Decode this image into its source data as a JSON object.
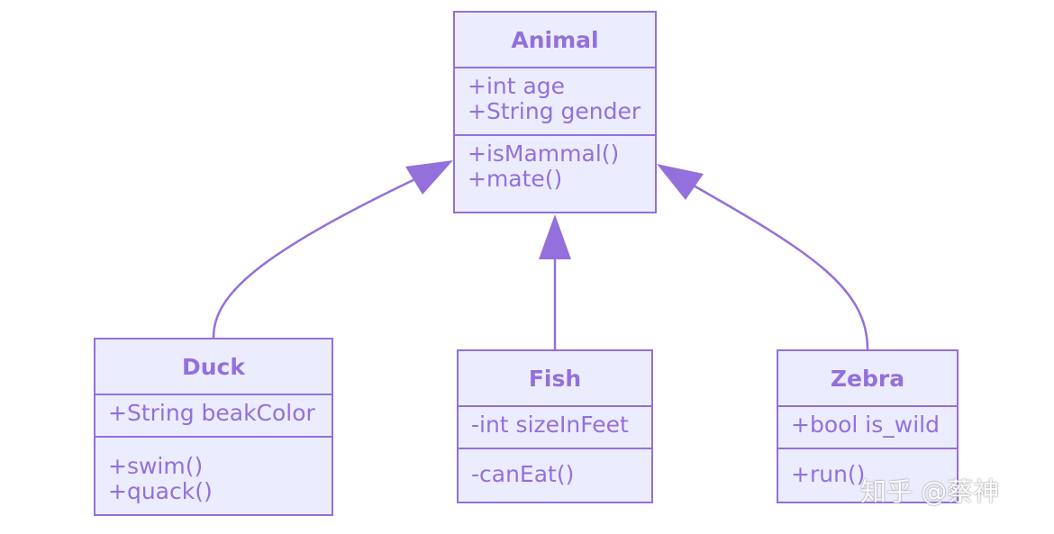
{
  "colors": {
    "stroke": "#9370DB",
    "fill": "#ECECFF",
    "text": "#9370DB"
  },
  "classes": {
    "animal": {
      "name": "Animal",
      "attributes": [
        "+int age",
        "+String gender"
      ],
      "methods": [
        "+isMammal()",
        "+mate()"
      ]
    },
    "duck": {
      "name": "Duck",
      "attributes": [
        "+String beakColor"
      ],
      "methods": [
        "+swim()",
        "+quack()"
      ]
    },
    "fish": {
      "name": "Fish",
      "attributes": [
        "-int sizeInFeet"
      ],
      "methods": [
        "-canEat()"
      ]
    },
    "zebra": {
      "name": "Zebra",
      "attributes": [
        "+bool is_wild"
      ],
      "methods": [
        "+run()"
      ]
    }
  },
  "relations": [
    {
      "from": "duck",
      "to": "animal",
      "type": "inheritance"
    },
    {
      "from": "fish",
      "to": "animal",
      "type": "inheritance"
    },
    {
      "from": "zebra",
      "to": "animal",
      "type": "inheritance"
    }
  ],
  "watermark": "知乎 @蔡神"
}
